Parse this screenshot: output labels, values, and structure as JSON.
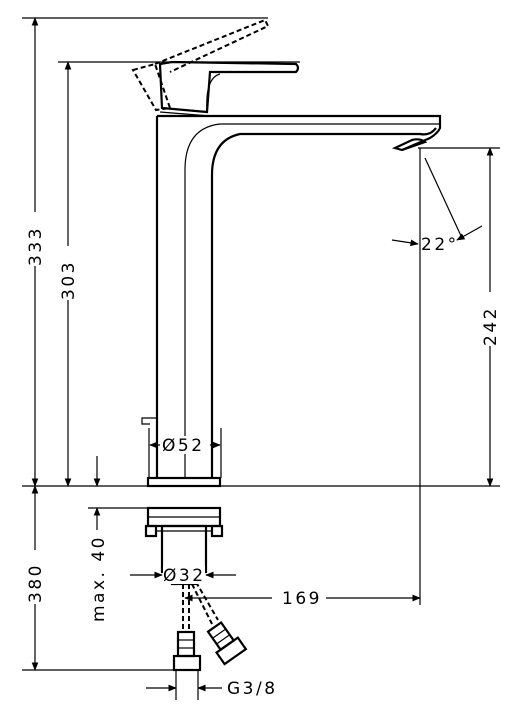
{
  "dimensions": {
    "total_height": "333",
    "lever_height": "303",
    "spout_height": "242",
    "spout_angle": "22°",
    "base_diameter": "Ø52",
    "shank_diameter": "Ø32",
    "spout_reach": "169",
    "max_thickness": "max. 40",
    "below_counter": "380",
    "thread": "G3/8"
  }
}
